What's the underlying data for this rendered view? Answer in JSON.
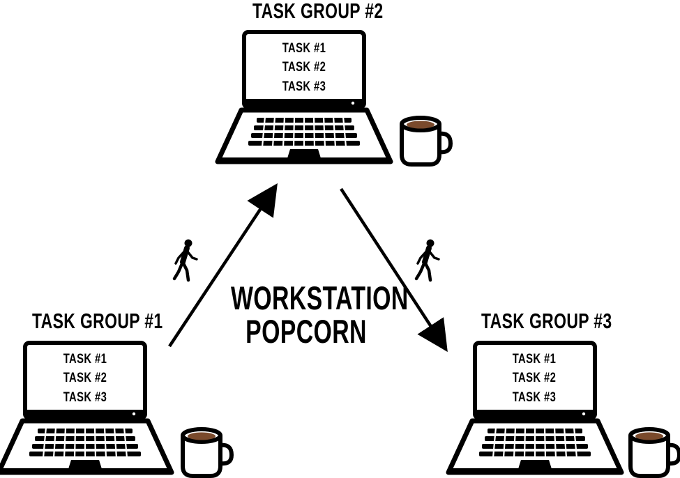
{
  "center": {
    "title_line1": "WORKSTATION",
    "title_line2": "POPCORN"
  },
  "groups": [
    {
      "name": "TASK GROUP #1",
      "tasks": [
        "TASK #1",
        "TASK #2",
        "TASK #3"
      ]
    },
    {
      "name": "TASK GROUP #2",
      "tasks": [
        "TASK #1",
        "TASK #2",
        "TASK #3"
      ]
    },
    {
      "name": "TASK GROUP #3",
      "tasks": [
        "TASK #1",
        "TASK #2",
        "TASK #3"
      ]
    }
  ],
  "icons": [
    "laptop-icon",
    "coffee-mug-icon",
    "walking-person-icon",
    "arrow-icon"
  ],
  "colors": {
    "ink": "#000000",
    "coffee": "#7a4a2c",
    "background": "#ffffff"
  }
}
